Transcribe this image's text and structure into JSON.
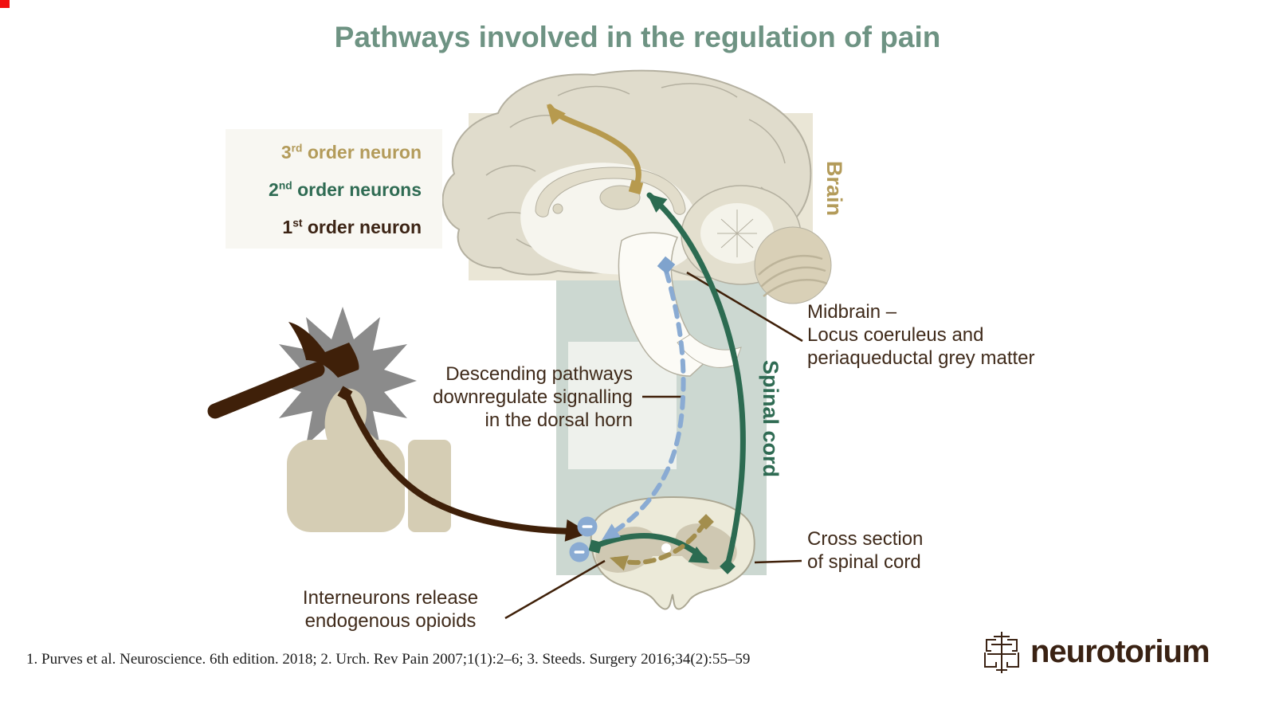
{
  "slide": {
    "title": "Pathways involved in the regulation of pain",
    "footer": "1. Purves et al. Neuroscience. 6th edition. 2018; 2. Urch. Rev Pain 2007;1(1):2–6; 3. Steeds. Surgery 2016;34(2):55–59"
  },
  "legend": {
    "items": [
      {
        "prefix": "3",
        "sup": "rd",
        "rest": " order neuron",
        "color": "#b39b5a"
      },
      {
        "prefix": "2",
        "sup": "nd",
        "rest": " order neurons",
        "color": "#2f6b53"
      },
      {
        "prefix": "1",
        "sup": "st",
        "rest": " order neuron",
        "color": "#3c2415"
      }
    ]
  },
  "region_labels": {
    "brain": "Brain",
    "spinal_cord": "Spinal cord"
  },
  "annotations": {
    "midbrain": "Midbrain –\nLocus coeruleus and\nperiaqueductal grey matter",
    "descending": "Descending pathways\ndownregulate signalling\nin the dorsal horn",
    "cross_section": "Cross section\nof spinal cord",
    "interneurons": "Interneurons release\nendogenous opioids"
  },
  "logo": {
    "wordmark": "neurotorium"
  },
  "icons": {
    "brain_illustration": "sagittal-brain",
    "hammer": "hammer-icon",
    "impact": "starburst-icon",
    "hand": "thumbs-up-hand-icon",
    "cross_section": "spinal-cord-cross-section",
    "inhibition": "minus-circle-icon",
    "logo_mark": "neurotorium-brain-icon"
  },
  "colors": {
    "title": "#6e9383",
    "first_order_neuron": "#3f2009",
    "second_order_neuron": "#2c6b51",
    "third_order_neuron": "#b79a4e",
    "descending_pathway": "#8aabd3",
    "interneuron": "#a38e4d",
    "brain_band": "#eae6d6",
    "spinal_band": "#ccd8d1",
    "highlight_box": "#eef1ec",
    "legend_background": "#f8f7f2",
    "annotation_text": "#3f2a1a",
    "logo": "#3a2213",
    "red_marker": "#f10e0e"
  }
}
